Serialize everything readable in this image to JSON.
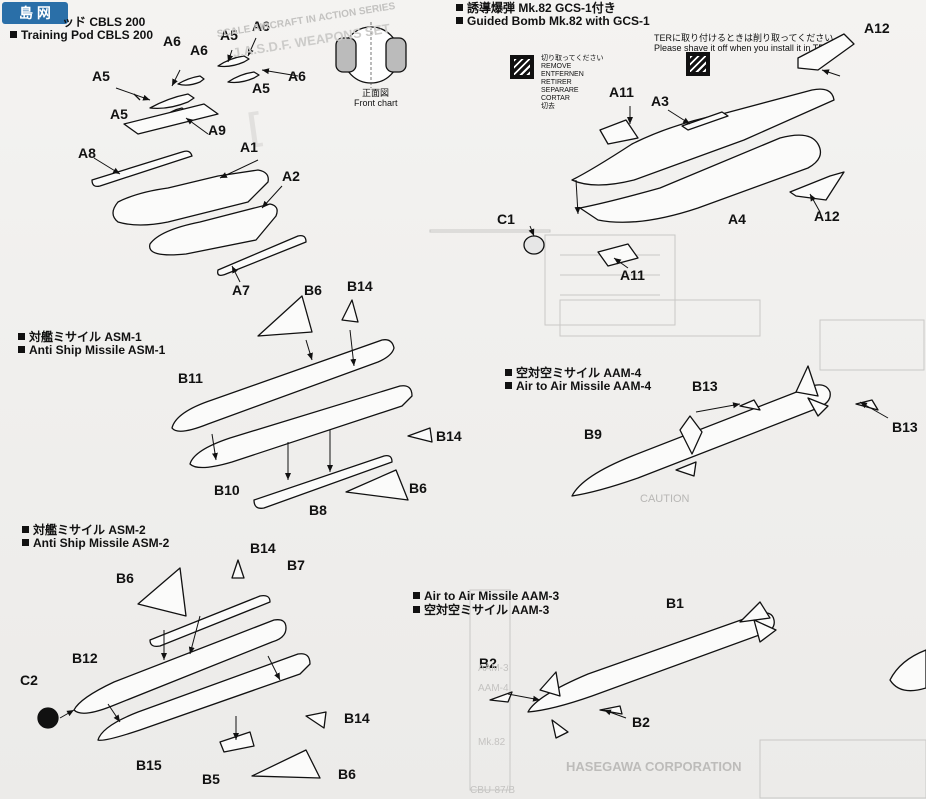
{
  "watermark": "島  网",
  "headers": {
    "cbls_jp_partial": "ッド CBLS 200",
    "cbls_en": "Training Pod CBLS 200",
    "gbu_jp": "誘導爆弾 Mk.82 GCS-1付き",
    "gbu_en": "Guided Bomb Mk.82 with GCS-1",
    "asm1_jp": "対艦ミサイル ASM-1",
    "asm1_en": "Anti Ship Missile ASM-1",
    "aam4_jp": "空対空ミサイル AAM-4",
    "aam4_en": "Air to Air Missile AAM-4",
    "asm2_jp": "対艦ミサイル ASM-2",
    "asm2_en": "Anti Ship Missile ASM-2",
    "aam3_en": "Air to Air Missile AAM-3",
    "aam3_jp": "空対空ミサイル AAM-3"
  },
  "front_chart": {
    "jp": "正面図",
    "en": "Front chart"
  },
  "remove_note": [
    "切り取ってください",
    "REMOVE",
    "ENTFERNEN",
    "RETIRER",
    "SEPARARE",
    "CORTAR",
    "切去"
  ],
  "ter_note": {
    "jp": "TERに取り付けるときは削り取ってください。",
    "en": "Please shave it off when you install it in TER."
  },
  "part_labels": {
    "a6_1": "A6",
    "a6_2": "A6",
    "a6_3": "A6",
    "a6_4": "A6",
    "a5_1": "A5",
    "a5_2": "A5",
    "a5_3": "A5",
    "a9": "A9",
    "a8": "A8",
    "a1": "A1",
    "a2": "A2",
    "a7": "A7",
    "a11_1": "A11",
    "a3": "A3",
    "a12_1": "A12",
    "c1": "C1",
    "a4": "A4",
    "a12_2": "A12",
    "a11_2": "A11",
    "b6_1": "B6",
    "b14_1": "B14",
    "b11": "B11",
    "b14_2": "B14",
    "b10": "B10",
    "b8": "B8",
    "b6_2": "B6",
    "b13_1": "B13",
    "b13_2": "B13",
    "b9": "B9",
    "b14_3": "B14",
    "b7": "B7",
    "b6_3": "B6",
    "b12": "B12",
    "c2": "C2",
    "b14_4": "B14",
    "b15": "B15",
    "b5": "B5",
    "b6_4": "B6",
    "b1": "B1",
    "b2_1": "B2",
    "b2_2": "B2"
  },
  "background_print": {
    "caution": "CAUTION",
    "hasegawa": "HASEGAWA CORPORATION",
    "codes": [
      "AAM-3",
      "AAM-4",
      "Mk.82",
      "CBU-87/B"
    ],
    "scale_series": "SCALE AIRCRAFT IN ACTION SERIES",
    "jasdf": "J.A.S.D.F. WEAPONS SET"
  }
}
